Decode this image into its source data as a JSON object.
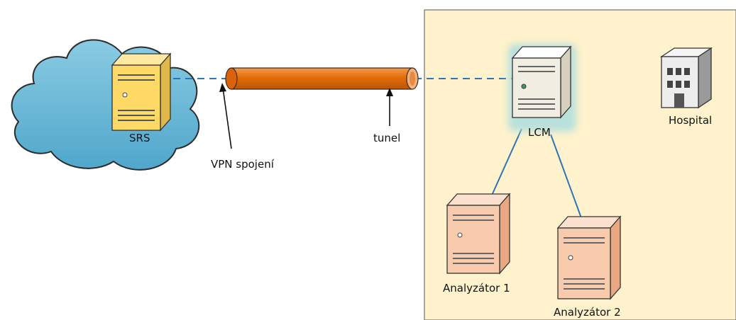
{
  "labels": {
    "srs": "SRS",
    "vpn": "VPN spojení",
    "tunnel": "tunel",
    "lcm": "LCM",
    "hospital": "Hospital",
    "analyzer1": "Analyzátor 1",
    "analyzer2": "Analyzátor 2"
  },
  "colors": {
    "cloud": "#5FB4D3",
    "zone": "#FFF2CC",
    "tunnel": "#E46C0A",
    "dashed_link": "#2E75B6",
    "solid_link": "#2E75B6",
    "srs_server": "#FFD966",
    "lcm_server": "#F2EDE3",
    "analyzer_server": "#F8CBAD"
  }
}
